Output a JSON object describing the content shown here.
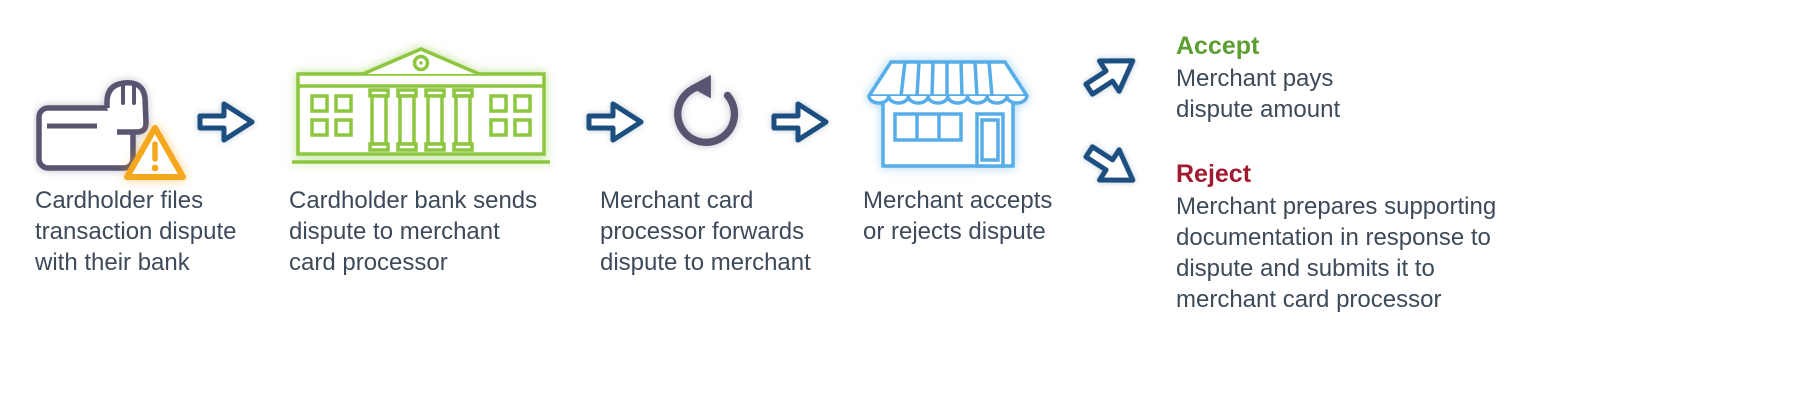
{
  "diagram": {
    "steps": [
      {
        "icon": "credit-card-warning",
        "caption": "Cardholder files\ntransaction dispute\nwith their bank"
      },
      {
        "icon": "bank",
        "caption": "Cardholder bank sends\ndispute to merchant\ncard processor"
      },
      {
        "icon": "cycle-arrows",
        "caption": "Merchant card\nprocessor forwards\ndispute to merchant"
      },
      {
        "icon": "storefront",
        "caption": "Merchant accepts\nor rejects dispute"
      }
    ],
    "outcomes": {
      "accept": {
        "label": "Accept",
        "description": "Merchant pays\ndispute amount"
      },
      "reject": {
        "label": "Reject",
        "description": "Merchant prepares supporting\ndocumentation in response to\ndispute and submits it to\nmerchant card processor"
      }
    }
  },
  "colors": {
    "text": "#3d4a59",
    "arrow_blue": "#1c4e80",
    "bank_green": "#8dc63f",
    "accept_green": "#5c9e31",
    "reject_red": "#9e1b32",
    "store_blue": "#56ade8",
    "icon_purple": "#5b5470",
    "warning_orange": "#f5a81e"
  }
}
